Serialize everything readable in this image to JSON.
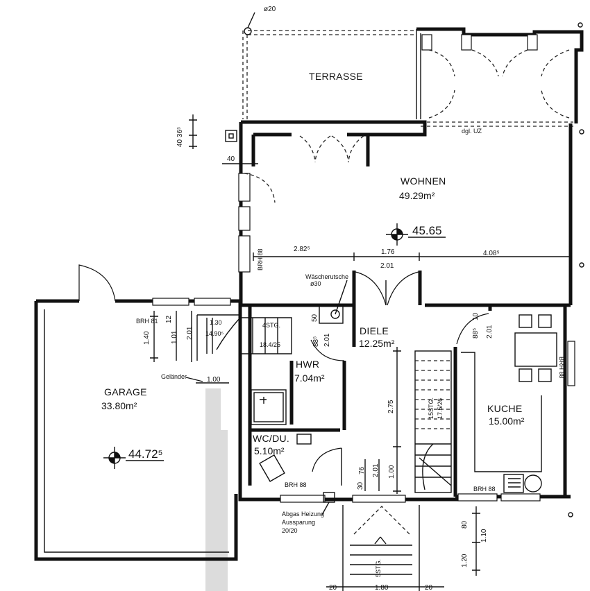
{
  "rooms": {
    "terrasse": {
      "name": "TERRASSE"
    },
    "wohnen": {
      "name": "WOHNEN",
      "area": "49.29m²"
    },
    "garage": {
      "name": "GARAGE",
      "area": "33.80m²"
    },
    "diele": {
      "name": "DIELE",
      "area": "12.25m²"
    },
    "hwr": {
      "name": "HWR",
      "area": "7.04m²"
    },
    "kueche": {
      "name": "KUCHE",
      "area": "15.00m²"
    },
    "wc": {
      "name": "WC/DU.",
      "area": "5.10m²"
    }
  },
  "levels": {
    "wohnen": "45.65",
    "garage": "44.72⁵"
  },
  "labels": {
    "column": "ø20",
    "dgl_uz": "dgl. UZ",
    "waesche_1": "Wäscherutsche",
    "waesche_2": "ø30",
    "gelaender": "Geländer",
    "abgas_1": "Abgas Heizung",
    "abgas_2": "Aussparung",
    "abgas_3": "20/20",
    "stg4": "4STG.",
    "stg4_dim": "18.4/25",
    "stg5": "5STG.",
    "stair_15": "15STG.",
    "stair_dim": "17.5/26",
    "brh_wohnen": "BRH 88",
    "brh_garage": "BRH 81",
    "brh_wc": "BRH 88",
    "brh_kueche": "BRH 88",
    "brh_kueche_r": "BRH 88"
  },
  "dims": {
    "d_40_36": "40 36⁵",
    "d_40": "40",
    "d_282": "2.82⁵",
    "d_176": "1.76",
    "d_408": "4.08⁵",
    "d_201_a": "2.01",
    "d_140": "1.40",
    "d_12": "12",
    "d_101": "1.01",
    "d_201_b": "2.01",
    "d_130": "1.30",
    "d_1490": "14.90⁵",
    "d_100_a": "1.00",
    "d_50": "50",
    "d_885_a": "88⁵",
    "d_201_c": "2.01",
    "d_10": "10",
    "d_885_b": "88⁵",
    "d_201_d": "2.01",
    "d_275": "2.75",
    "d_76": "76",
    "d_201_e": "2.01",
    "d_30": "30",
    "d_100_b": "1.00",
    "d_80": "80",
    "d_110": "1.10",
    "d_120": "1.20",
    "d_20_a": "20",
    "d_180": "1.80",
    "d_20_b": "20"
  }
}
